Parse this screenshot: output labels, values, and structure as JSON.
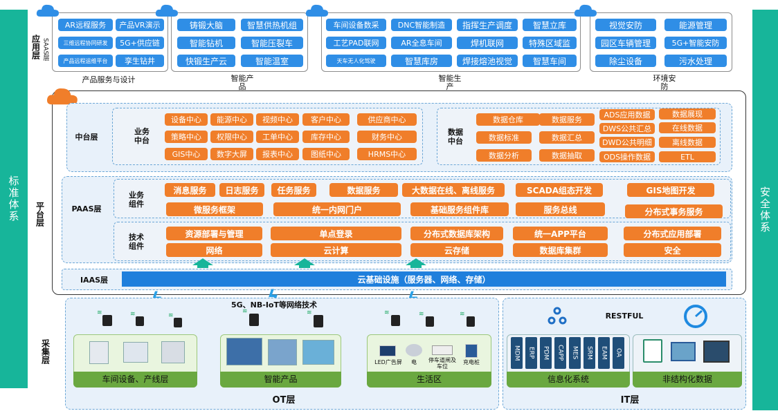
{
  "sides": {
    "left": "标准体系",
    "right": "安全体系"
  },
  "app_layer": {
    "label": "应用层",
    "saas": "SAAS层",
    "groups": [
      {
        "caption": "产品服务与设计",
        "items": [
          "AR远程服务",
          "产品VR演示",
          "三维远程协同研发",
          "5G+供应链",
          "产品远程运维平台",
          "孪生钻井"
        ]
      },
      {
        "caption": "智能产品",
        "items": [
          "铸锻大脑",
          "智慧供热机组",
          "智能钻机",
          "智能压裂车",
          "快锻生产云",
          "智能温室"
        ]
      },
      {
        "caption": "智能生产",
        "items": [
          "车间设备数采",
          "DNC智能制造",
          "指挥生产调度",
          "智慧立库",
          "工艺PAD联网",
          "AR全息车间",
          "焊机联网",
          "特殊区域监",
          "天车无人化驾驶",
          "智慧库房",
          "焊接熔池视觉",
          "智慧车间"
        ]
      },
      {
        "caption": "环境安防",
        "items": [
          "视觉安防",
          "能源管理",
          "园区车辆管理",
          "5G+智能安防",
          "除尘设备",
          "污水处理"
        ]
      }
    ]
  },
  "platform": {
    "label": "平台层",
    "middle": {
      "label": "中台层",
      "business": {
        "label": "业务中台",
        "items": [
          "设备中心",
          "能源中心",
          "视频中心",
          "客户中心",
          "供应商中心",
          "策略中心",
          "权限中心",
          "工单中心",
          "库存中心",
          "财务中心",
          "GIS中心",
          "数字大屏",
          "报表中心",
          "图纸中心",
          "HRMS中心"
        ]
      },
      "data": {
        "label": "数据中台",
        "items": [
          "数据仓库",
          "数据服务",
          "ADS应用数据",
          "数据展现",
          "数据标准",
          "数据汇总",
          "DWS公共汇总",
          "在线数据",
          "数据分析",
          "数据抽取",
          "DWD公共明细",
          "离线数据",
          "ODS操作数据",
          "ETL"
        ]
      }
    },
    "paas": {
      "label": "PAAS层",
      "business_components": {
        "label": "业务组件",
        "row1": [
          "消息服务",
          "日志服务",
          "任务服务",
          "数据服务",
          "大数据在线、离线服务",
          "SCADA组态开发",
          "GIS地图开发"
        ],
        "row2": [
          "微服务框架",
          "统一内网门户",
          "基础服务组件库",
          "服务总线",
          "分布式事务服务"
        ]
      },
      "tech_components": {
        "label": "技术组件",
        "row1": [
          "资源部署与管理",
          "单点登录",
          "分布式数据库架构",
          "统一APP平台",
          "分布式应用部署"
        ],
        "row2": [
          "网络",
          "云计算",
          "云存储",
          "数据库集群",
          "安全"
        ]
      }
    },
    "iaas": {
      "label": "IAAS层",
      "bar": "云基础设施（服务器、网络、存储）"
    }
  },
  "network_text": "5G、NB-IoT等网络技术",
  "collect": {
    "label": "采集层",
    "ot": {
      "label": "OT层",
      "groups": [
        {
          "caption": "车间设备、产线层"
        },
        {
          "caption": "智能产品"
        },
        {
          "caption": "生活区",
          "items": [
            "LED广告屏",
            "电",
            "停车道闸及车位",
            "充电桩"
          ]
        }
      ]
    },
    "it": {
      "label": "IT层",
      "restful": "RESTFUL",
      "systems": [
        "MDM",
        "ERP",
        "PDM",
        "CAPP",
        "MES",
        "SRM",
        "EAM",
        "OA"
      ],
      "sys_caption": "信息化系统",
      "unstructured_caption": "非结构化数据"
    },
    "wifi_icon": "wifi-icon"
  },
  "colors": {
    "teal": "#17b59a",
    "blue": "#2f8ee6",
    "orange": "#f07e2a",
    "navy": "#1f4e79"
  }
}
